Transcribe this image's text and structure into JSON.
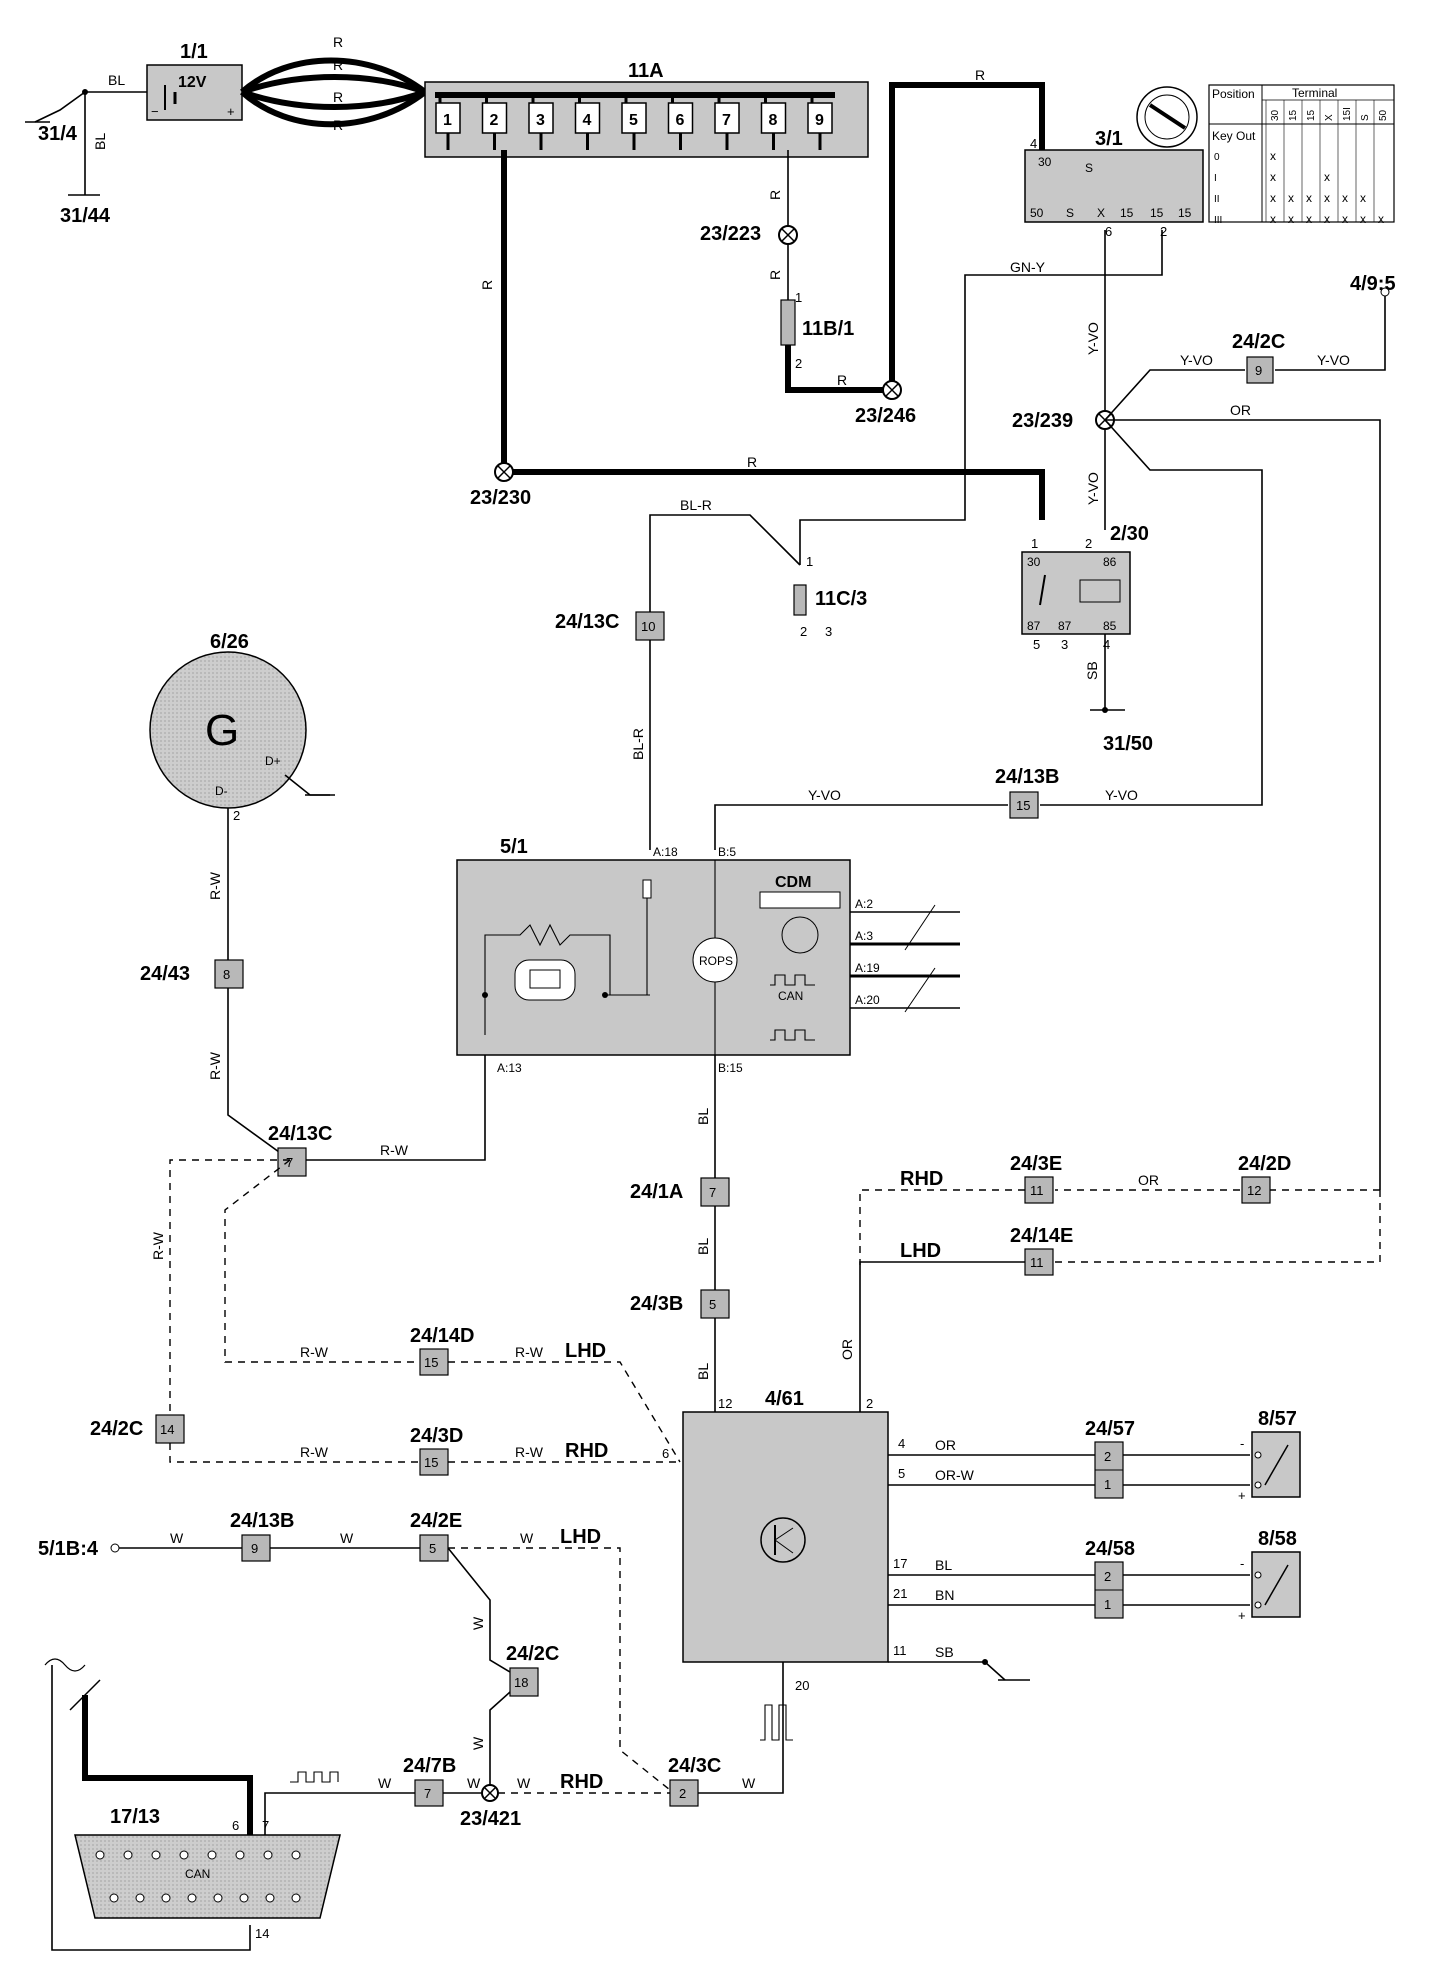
{
  "components": {
    "battery": {
      "ref": "1/1",
      "text": "12V"
    },
    "fusebox": {
      "ref": "11A",
      "fuses": [
        "1",
        "2",
        "3",
        "4",
        "5",
        "6",
        "7",
        "8",
        "9"
      ]
    },
    "ignition_switch": {
      "ref": "3/1",
      "pin4": "4",
      "pin6": "6",
      "pin2": "2",
      "terms": [
        "30",
        "S",
        "50",
        "S",
        "X",
        "15",
        "15",
        "15"
      ]
    },
    "ignition_table": {
      "h_position": "Position",
      "h_terminal": "Terminal",
      "term_cols": [
        "30",
        "15",
        "15",
        "X",
        "15I",
        "S",
        "50"
      ],
      "key_out": "Key Out",
      "rows": [
        "0",
        "I",
        "II",
        "III"
      ],
      "mark": "x"
    },
    "relay": {
      "ref": "2/30",
      "pins": [
        "1",
        "2",
        "5",
        "3",
        "4"
      ],
      "terms": [
        "30",
        "86",
        "87",
        "87",
        "85"
      ]
    },
    "generator": {
      "ref": "6/26",
      "symbol": "G",
      "dplus": "D+",
      "dminus": "D-",
      "pin": "2"
    },
    "cem": {
      "ref": "5/1",
      "cdm": "CDM",
      "rops": "ROPS",
      "can": "CAN",
      "pins": {
        "a18": "A:18",
        "b5": "B:5",
        "a13": "A:13",
        "b15": "B:15",
        "a2": "A:2",
        "a3": "A:3",
        "a19": "A:19",
        "a20": "A:20"
      }
    },
    "airbag_module": {
      "ref": "4/61",
      "pins": [
        "12",
        "2",
        "6",
        "4",
        "5",
        "17",
        "21",
        "11",
        "20"
      ]
    },
    "sensor_a": {
      "ref": "8/57",
      "minus": "-",
      "plus": "+"
    },
    "sensor_b": {
      "ref": "8/58",
      "minus": "-",
      "plus": "+"
    },
    "dlc": {
      "ref": "17/13",
      "pins": [
        "6",
        "7",
        "14"
      ],
      "can": "CAN"
    },
    "fuse_11b1": {
      "ref": "11B/1",
      "pin1": "1",
      "pin2": "2"
    },
    "fuse_11c3": {
      "ref": "11C/3",
      "pin1": "1",
      "pin2": "2",
      "pin3": "3"
    }
  },
  "grounds": [
    "31/4",
    "31/44",
    "31/50"
  ],
  "external_refs": [
    "4/9:5",
    "5/1B:4"
  ],
  "splices": [
    "23/223",
    "23/246",
    "23/239",
    "23/230",
    "23/421"
  ],
  "connectors": [
    {
      "ref": "24/2C",
      "pin": "9"
    },
    {
      "ref": "24/13C",
      "pin": "10"
    },
    {
      "ref": "24/13B",
      "pin": "15"
    },
    {
      "ref": "24/43",
      "pin": "8"
    },
    {
      "ref": "24/13C",
      "pin": "7"
    },
    {
      "ref": "24/1A",
      "pin": "7"
    },
    {
      "ref": "24/3E",
      "pin": "11"
    },
    {
      "ref": "24/2D",
      "pin": "12"
    },
    {
      "ref": "24/14E",
      "pin": "11"
    },
    {
      "ref": "24/3B",
      "pin": "5"
    },
    {
      "ref": "24/2C",
      "pin": "14"
    },
    {
      "ref": "24/14D",
      "pin": "15"
    },
    {
      "ref": "24/3D",
      "pin": "15"
    },
    {
      "ref": "24/57",
      "pins": [
        "2",
        "1"
      ]
    },
    {
      "ref": "24/58",
      "pins": [
        "2",
        "1"
      ]
    },
    {
      "ref": "24/13B",
      "pin": "9"
    },
    {
      "ref": "24/2E",
      "pin": "5"
    },
    {
      "ref": "24/2C",
      "pin": "18"
    },
    {
      "ref": "24/7B",
      "pin": "7"
    },
    {
      "ref": "24/3C",
      "pin": "2"
    }
  ],
  "wire_colors": {
    "bl": "BL",
    "r": "R",
    "gny": "GN-Y",
    "yvo": "Y-VO",
    "or": "OR",
    "blr": "BL-R",
    "sb": "SB",
    "rw": "R-W",
    "orw": "OR-W",
    "bn": "BN",
    "w": "W"
  },
  "variants": {
    "rhd": "RHD",
    "lhd": "LHD"
  }
}
